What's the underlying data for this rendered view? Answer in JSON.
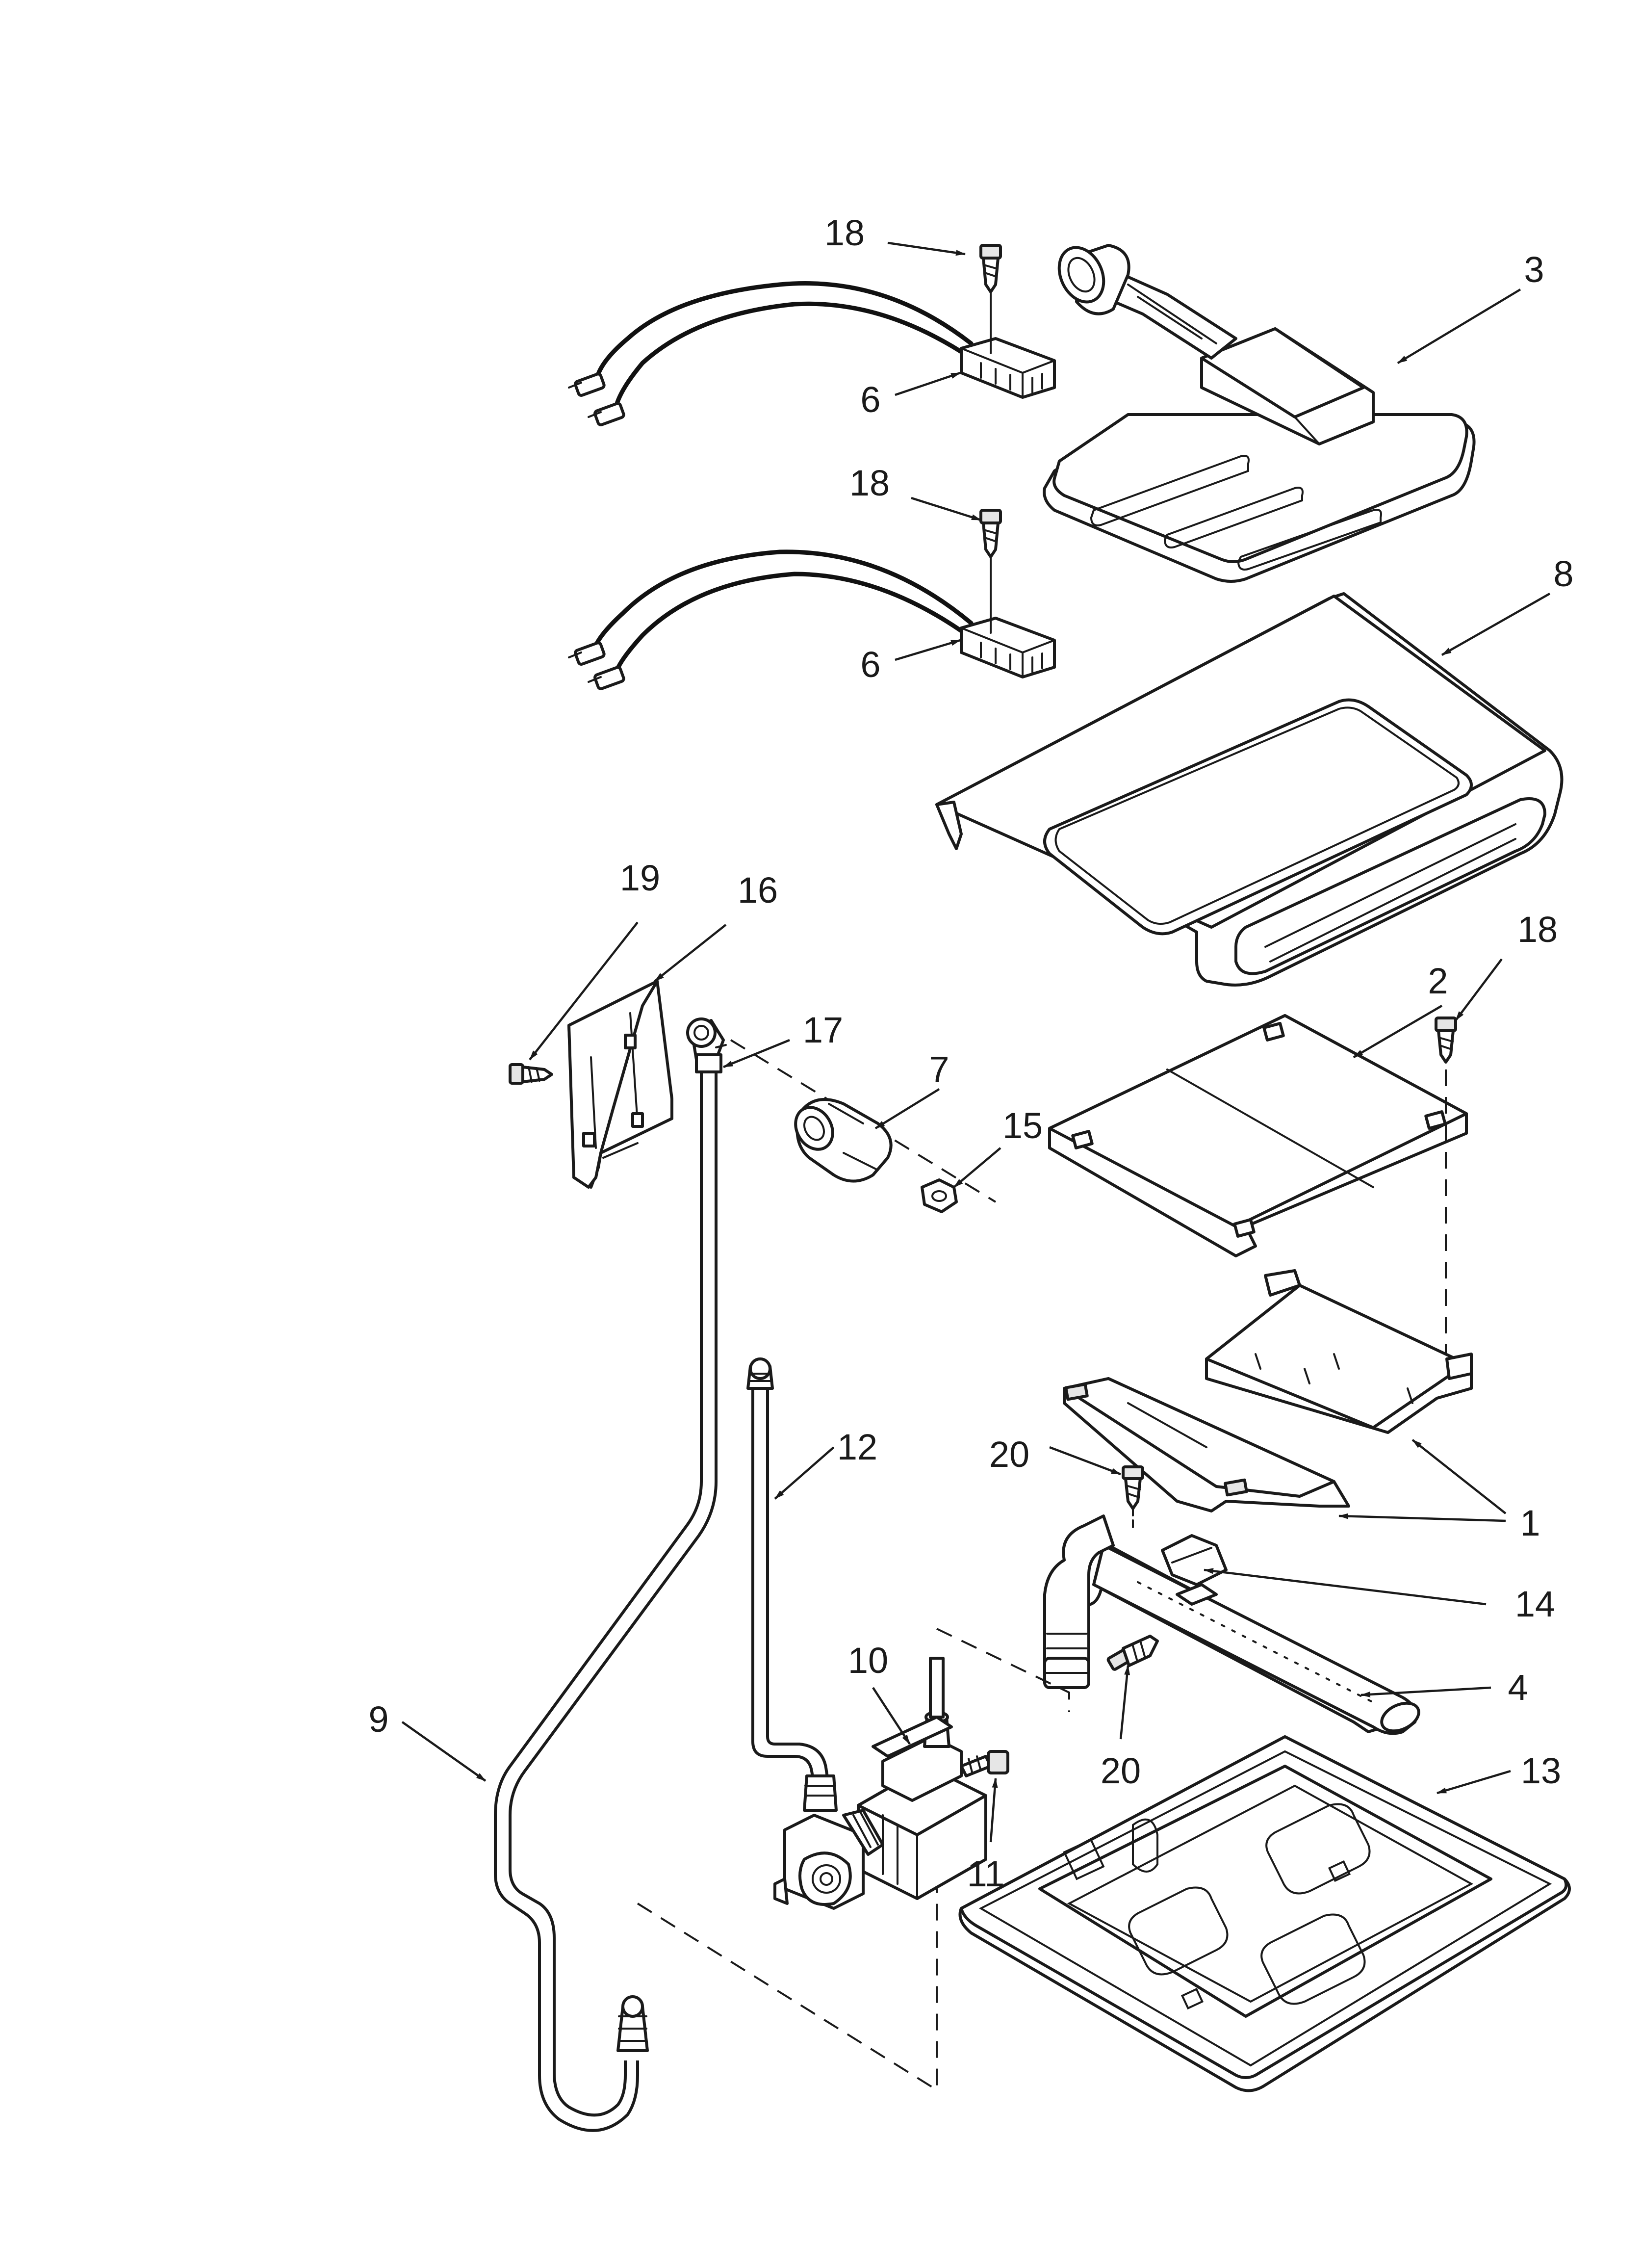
{
  "diagram": {
    "callouts": [
      {
        "id": "c18a",
        "label": "18"
      },
      {
        "id": "c3",
        "label": "3"
      },
      {
        "id": "c6a",
        "label": "6"
      },
      {
        "id": "c18b",
        "label": "18"
      },
      {
        "id": "c8",
        "label": "8"
      },
      {
        "id": "c6b",
        "label": "6"
      },
      {
        "id": "c19",
        "label": "19"
      },
      {
        "id": "c16",
        "label": "16"
      },
      {
        "id": "c17",
        "label": "17"
      },
      {
        "id": "c7",
        "label": "7"
      },
      {
        "id": "c15",
        "label": "15"
      },
      {
        "id": "c18c",
        "label": "18"
      },
      {
        "id": "c2",
        "label": "2"
      },
      {
        "id": "c12",
        "label": "12"
      },
      {
        "id": "c20a",
        "label": "20"
      },
      {
        "id": "c1",
        "label": "1"
      },
      {
        "id": "c14",
        "label": "14"
      },
      {
        "id": "c10",
        "label": "10"
      },
      {
        "id": "c4",
        "label": "4"
      },
      {
        "id": "c9",
        "label": "9"
      },
      {
        "id": "c20b",
        "label": "20"
      },
      {
        "id": "c13",
        "label": "13"
      },
      {
        "id": "c11",
        "label": "11"
      }
    ]
  }
}
